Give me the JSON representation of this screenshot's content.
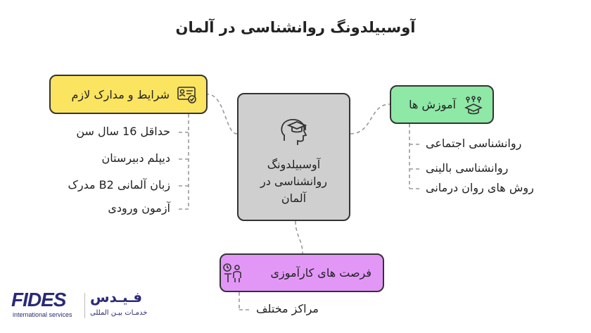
{
  "title": "آوسبیلدونگ روانشناسی در آلمان",
  "center": {
    "line1": "آوسبیلدونگ",
    "line2": "روانشناسی در",
    "line3": "آلمان",
    "icon": "head-graduation-cap-icon"
  },
  "requirements": {
    "label": "شرایط و مدارک لازم",
    "icon": "id-card-check-icon",
    "items": [
      "حداقل 16 سال سن",
      "دیپلم دبیرستان",
      "زبان آلمانی B2 مدرک",
      "آزمون ورودی"
    ]
  },
  "education": {
    "label": "آموزش ها",
    "icon": "graduation-students-icon",
    "items": [
      "روانشناسی اجتماعی",
      "روانشناسی بالینی",
      "روش های روان درمانی"
    ]
  },
  "internship": {
    "label": "فرصت های کارآموزی",
    "icon": "presenter-clock-icon",
    "items": [
      "مراکز مختلف"
    ]
  },
  "logo": {
    "en": "FIDES",
    "en_sub": "international services",
    "fa": "فـیـدس",
    "fa_sub": "خدمـات بیـن المللی"
  },
  "colors": {
    "requirements": "#fbe45f",
    "education": "#8ee8a6",
    "internship": "#e297f7",
    "center": "#cfcfcf",
    "brand": "#2a2a78"
  }
}
